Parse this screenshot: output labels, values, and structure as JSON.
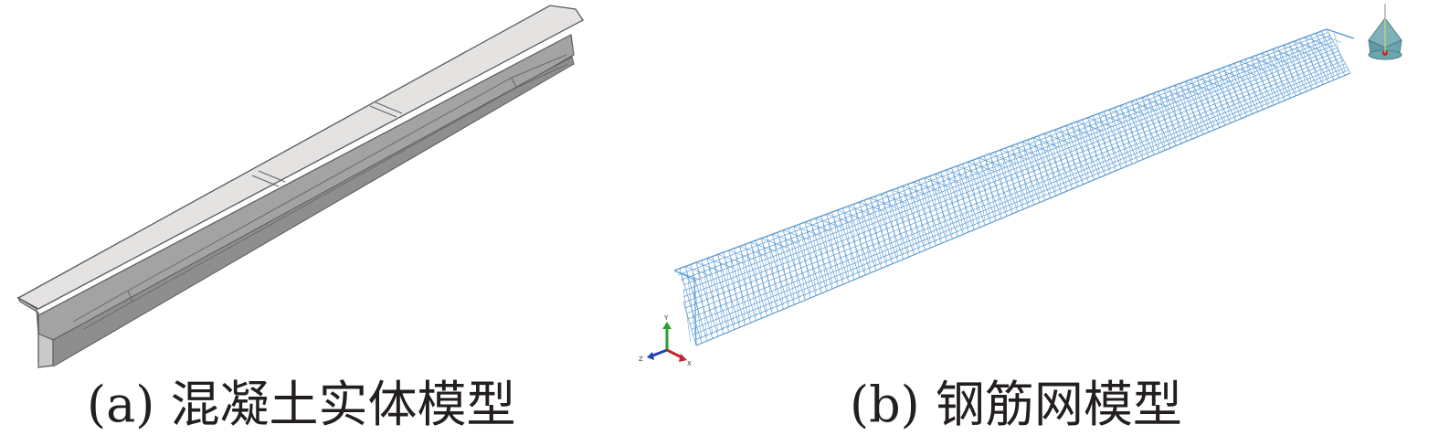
{
  "captions": {
    "a": "(a) 混凝土实体模型",
    "b": "(b) 钢筋网模型"
  },
  "triad": {
    "y_label": "Y",
    "z_label": "Z",
    "x_label": "X"
  },
  "colors": {
    "concrete_top": "#e4e3e2",
    "concrete_side": "#9e9e9e",
    "concrete_edge": "#5a5a5a",
    "rebar": "#5b9bd5",
    "background": "#ffffff",
    "caption_text": "#231f20"
  }
}
